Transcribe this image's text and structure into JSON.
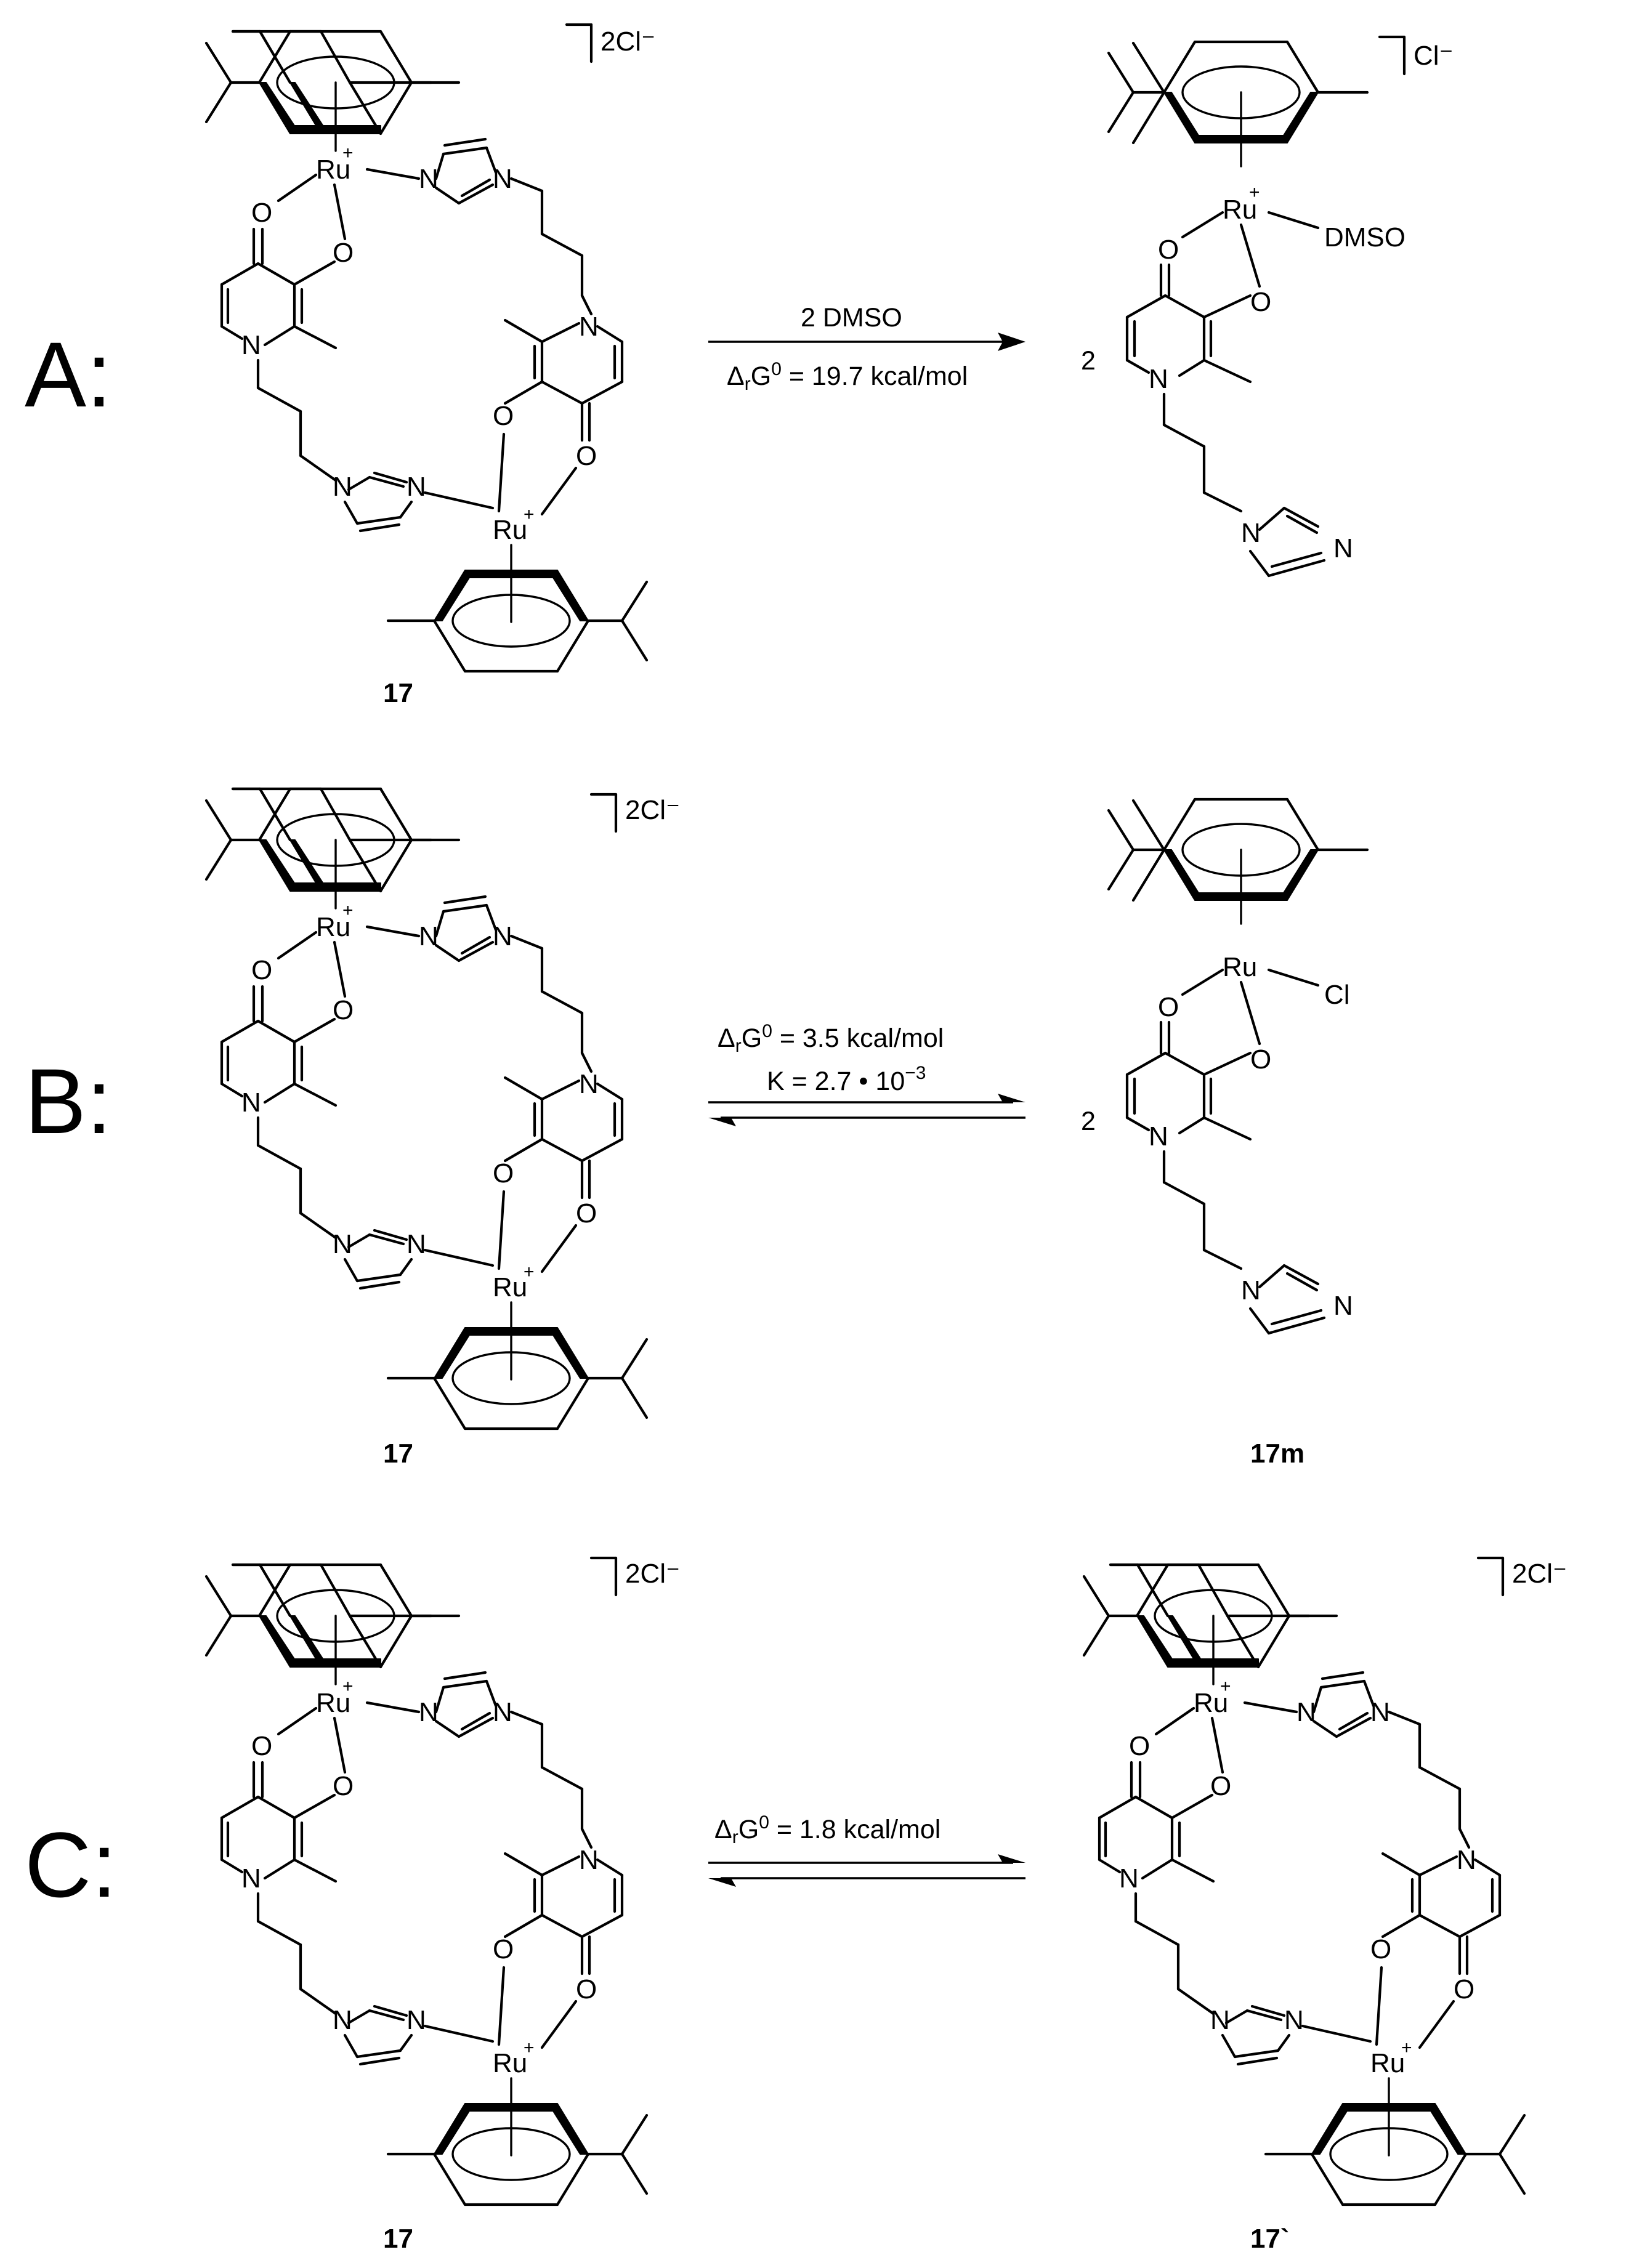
{
  "panels": [
    {
      "id": "A",
      "label": "A:",
      "reactant": {
        "compound": "17",
        "counterion": "2Cl⁻"
      },
      "arrow": {
        "type": "forward",
        "above": "2 DMSO",
        "below": "ΔrG⁰ = 19.7 kcal/mol",
        "dg_value": "19.7",
        "unit": "kcal/mol"
      },
      "product": {
        "coefficient": "2",
        "counterion": "Cl⁻",
        "ligand": "DMSO",
        "compound": ""
      }
    },
    {
      "id": "B",
      "label": "B:",
      "reactant": {
        "compound": "17",
        "counterion": "2Cl⁻"
      },
      "arrow": {
        "type": "equilibrium",
        "above": "ΔrG⁰ = 3.5 kcal/mol",
        "dg_value": "3.5",
        "unit": "kcal/mol",
        "k_label": "K = 2.7 • 10",
        "k_exp": "−3"
      },
      "product": {
        "coefficient": "2",
        "ligand": "Cl",
        "compound": "17m"
      }
    },
    {
      "id": "C",
      "label": "C:",
      "reactant": {
        "compound": "17",
        "counterion": "2Cl⁻"
      },
      "arrow": {
        "type": "equilibrium",
        "above": "ΔrG⁰ = 1.8 kcal/mol",
        "dg_value": "1.8",
        "unit": "kcal/mol"
      },
      "product": {
        "compound": "17`",
        "counterion": "2Cl⁻"
      }
    }
  ],
  "atoms": {
    "ruthenium": "Ru",
    "oxygen": "O",
    "nitrogen": "N",
    "charge": "+",
    "delta": "Δ",
    "r_sub": "r",
    "g": "G",
    "zero_sup": "0",
    "eq_prefix": "= "
  }
}
